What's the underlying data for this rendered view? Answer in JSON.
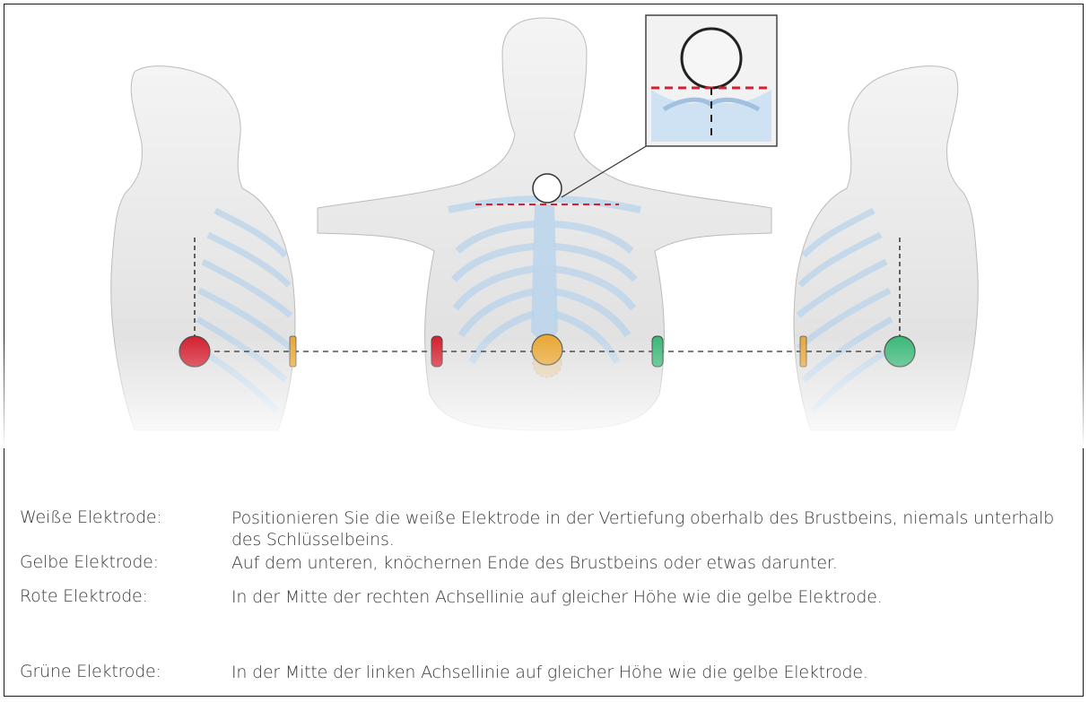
{
  "electrodes": [
    {
      "label": "Weiße Elektrode:",
      "description": "Positionieren Sie die weiße Elektrode in der Vertiefung oberhalb des Brustbeins, niemals unterhalb des Schlüsselbeins.",
      "color": "#ffffff"
    },
    {
      "label": "Gelbe Elektrode:",
      "description": "Auf dem unteren, knöchernen Ende des Brustbeins oder etwas darunter.",
      "color": "#e8a838"
    },
    {
      "label": "Rote Elektrode:",
      "description": "In der Mitte der rechten Achsellinie auf gleicher Höhe wie die gelbe Elektrode.",
      "color": "#d42030"
    },
    {
      "label": "Grüne Elektrode:",
      "description": "In der Mitte der linken Achsellinie auf gleicher Höhe wie die gelbe Elektrode.",
      "color": "#3cb878"
    }
  ],
  "colors": {
    "skin": "#e8e8e8",
    "skin_shadow": "#cfcfcf",
    "rib": "#b9d4ec",
    "guide_line": "#333333",
    "clavicle_line": "#d42030"
  }
}
